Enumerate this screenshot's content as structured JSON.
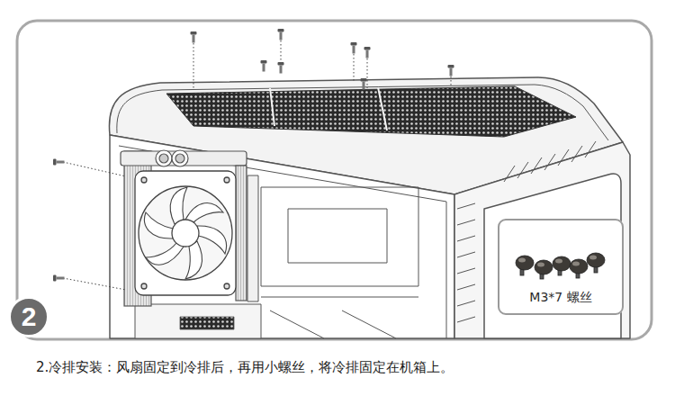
{
  "diagram": {
    "caption": "2.冷排安装：风扇固定到冷排后，再用小螺丝，将冷排固定在机箱上。",
    "nodes": [
      {
        "text": [
          "M3*7 螺丝"
        ]
      },
      {
        "text": [
          "2"
        ]
      }
    ],
    "edges": []
  }
}
